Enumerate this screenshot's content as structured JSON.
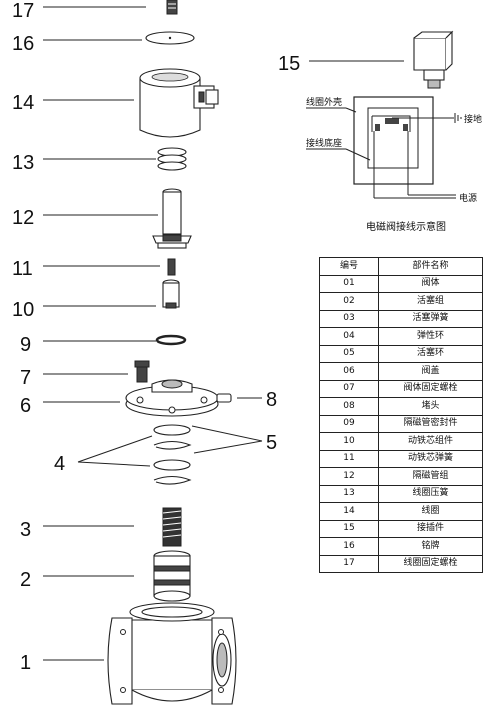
{
  "callouts": {
    "n1": "1",
    "n2": "2",
    "n3": "3",
    "n4": "4",
    "n5": "5",
    "n6": "6",
    "n7": "7",
    "n8": "8",
    "n9": "9",
    "n10": "10",
    "n11": "11",
    "n12": "12",
    "n13": "13",
    "n14": "14",
    "n15": "15",
    "n16": "16",
    "n17": "17"
  },
  "wiring": {
    "coil_housing_label": "线圈外壳",
    "terminal_base_label": "接线底座",
    "ground_label": "接地",
    "power_label": "电源",
    "caption": "电磁阀接线示意图"
  },
  "table": {
    "headers": {
      "no": "编号",
      "name": "部件名称"
    },
    "rows": [
      {
        "no": "01",
        "name": "阀体"
      },
      {
        "no": "02",
        "name": "活塞组"
      },
      {
        "no": "03",
        "name": "活塞弹簧"
      },
      {
        "no": "04",
        "name": "弹性环"
      },
      {
        "no": "05",
        "name": "活塞环"
      },
      {
        "no": "06",
        "name": "阀盖"
      },
      {
        "no": "07",
        "name": "阀体固定螺栓"
      },
      {
        "no": "08",
        "name": "堵头"
      },
      {
        "no": "09",
        "name": "隔磁管密封件"
      },
      {
        "no": "10",
        "name": "动铁芯组件"
      },
      {
        "no": "11",
        "name": "动铁芯弹簧"
      },
      {
        "no": "12",
        "name": "隔磁管组"
      },
      {
        "no": "13",
        "name": "线圈压簧"
      },
      {
        "no": "14",
        "name": "线圈"
      },
      {
        "no": "15",
        "name": "接插件"
      },
      {
        "no": "16",
        "name": "铭牌"
      },
      {
        "no": "17",
        "name": "线圈固定螺栓"
      }
    ]
  }
}
